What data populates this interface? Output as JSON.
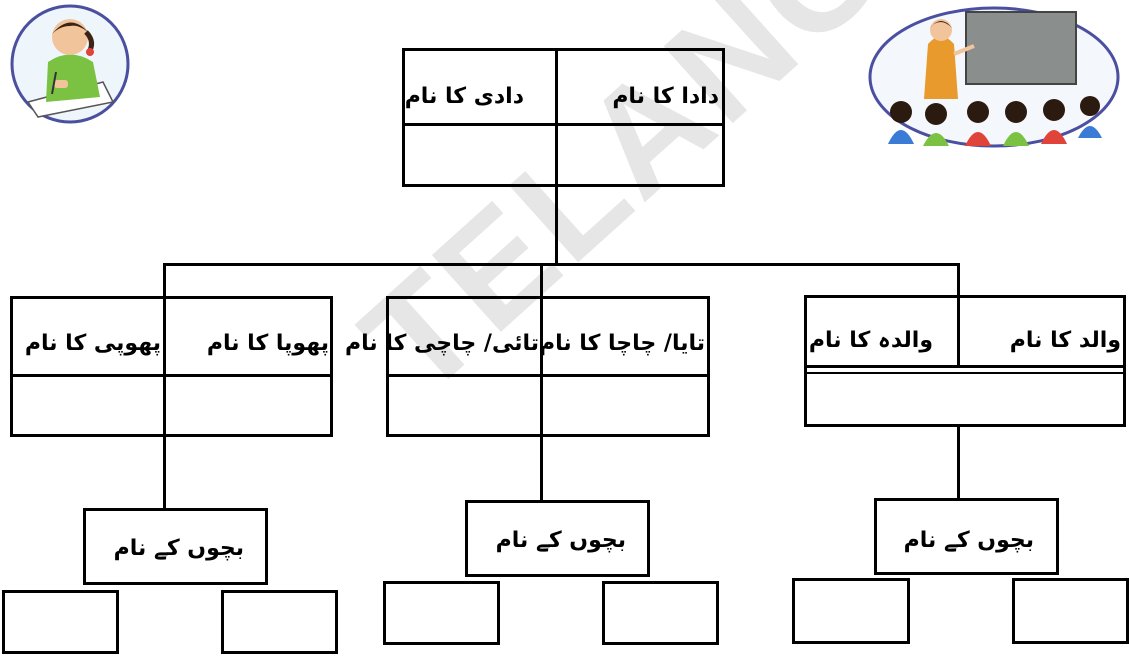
{
  "watermark": "TELANGANA",
  "grandparents": {
    "grandfather_label": "دادا کا نام",
    "grandmother_label": "دادی کا نام"
  },
  "branches": [
    {
      "name_label_a": "والد کا نام",
      "name_label_b": "والدہ کا نام",
      "children_label": "بچوں کے نام"
    },
    {
      "name_label_a": "تایا/ چاچا کا نام",
      "name_label_b": "تائی/ چاچی کا نام",
      "children_label": "بچوں کے نام"
    },
    {
      "name_label_a": "پھوپا کا نام",
      "name_label_b": "پھوپی کا نام",
      "children_label": "بچوں کے نام"
    }
  ]
}
